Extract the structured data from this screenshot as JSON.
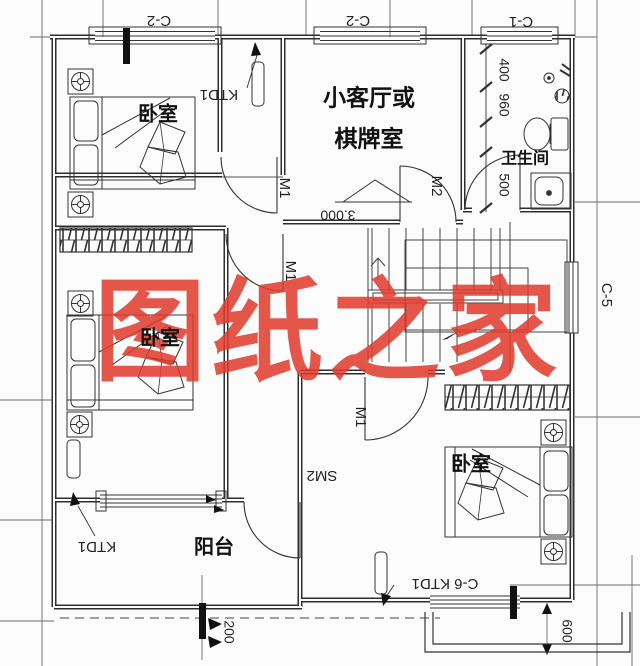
{
  "watermark": {
    "text": "图纸之家",
    "color": "#e23a2c"
  },
  "rooms": {
    "bedroom1": "卧室",
    "bedroom2": "卧室",
    "bedroom3": "卧室",
    "living_line1": "小客厅或",
    "living_line2": "棋牌室",
    "bathroom": "卫生间",
    "balcony": "阳台"
  },
  "windows": {
    "c2_left": "C-2",
    "c2_mid": "C-2",
    "c1": "C-1",
    "c5": "C-5",
    "c6_ktd1": "C-6 KTD1"
  },
  "doors": {
    "m1_hall": "M1",
    "m1_bedroom2": "M1",
    "m1_bedroom3": "M1",
    "m2": "M2",
    "sm2": "SM2"
  },
  "ac_units": {
    "ktd1_top": "KTD1",
    "ktd1_left": "KTD1"
  },
  "dimensions": {
    "d400": "400",
    "d960": "960",
    "d500": "500",
    "d200": "200",
    "d600": "600",
    "level": "3.000"
  },
  "colors": {
    "wall": "#2e2e2e",
    "thin": "#555555",
    "grid": "#6a6a6a",
    "background": "#fcfcfc"
  }
}
